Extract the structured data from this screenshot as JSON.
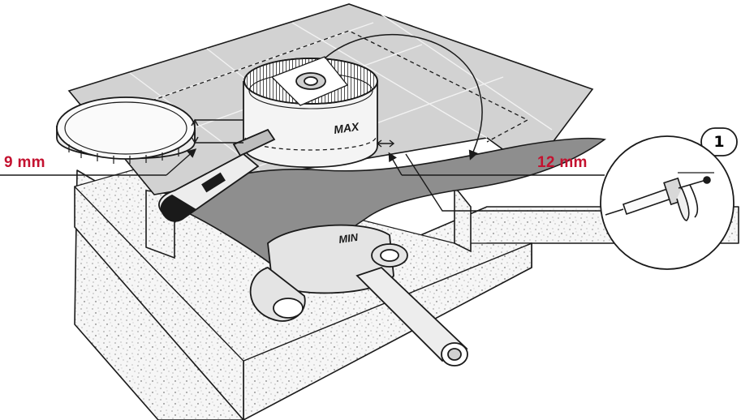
{
  "labels": {
    "gap_left": "9 mm",
    "gap_right": "12 mm",
    "step_number": "1",
    "max_mark": "MAX",
    "min_mark": "MIN"
  },
  "colors": {
    "accent_red": "#c41230",
    "line": "#1a1a1a",
    "tile": "#cfcfcf",
    "membrane": "#8a8a8a",
    "concrete": "#f4f4f4"
  },
  "icons": [
    "sealant-gun-icon",
    "utility-knife-icon",
    "drain-cover-icon"
  ]
}
